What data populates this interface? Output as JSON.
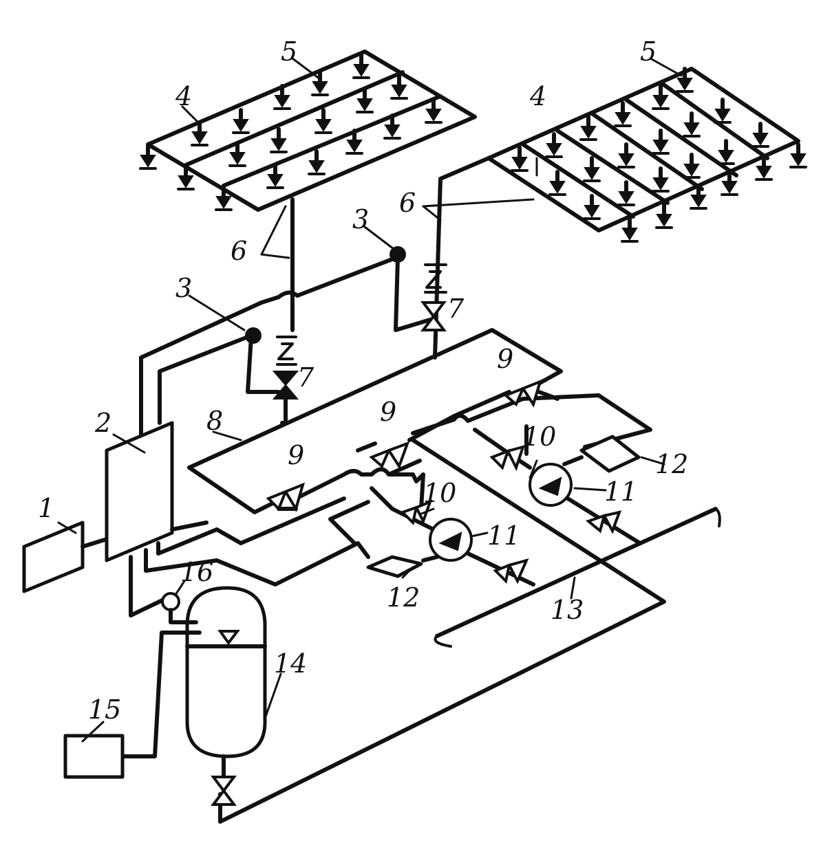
{
  "diagram": {
    "labels": {
      "l1": "1",
      "l2": "2",
      "l3a": "3",
      "l3b": "3",
      "l4a": "4",
      "l4b": "4",
      "l5a": "5",
      "l5b": "5",
      "l6a": "6",
      "l6b": "6",
      "l7a": "7",
      "l7b": "7",
      "l8": "8",
      "l9a": "9",
      "l9b": "9",
      "l9c": "9",
      "l10a": "10",
      "l10b": "10",
      "l11a": "11",
      "l11b": "11",
      "l12a": "12",
      "l12b": "12",
      "l13": "13",
      "l14": "14",
      "l15": "15",
      "l16": "16"
    }
  }
}
